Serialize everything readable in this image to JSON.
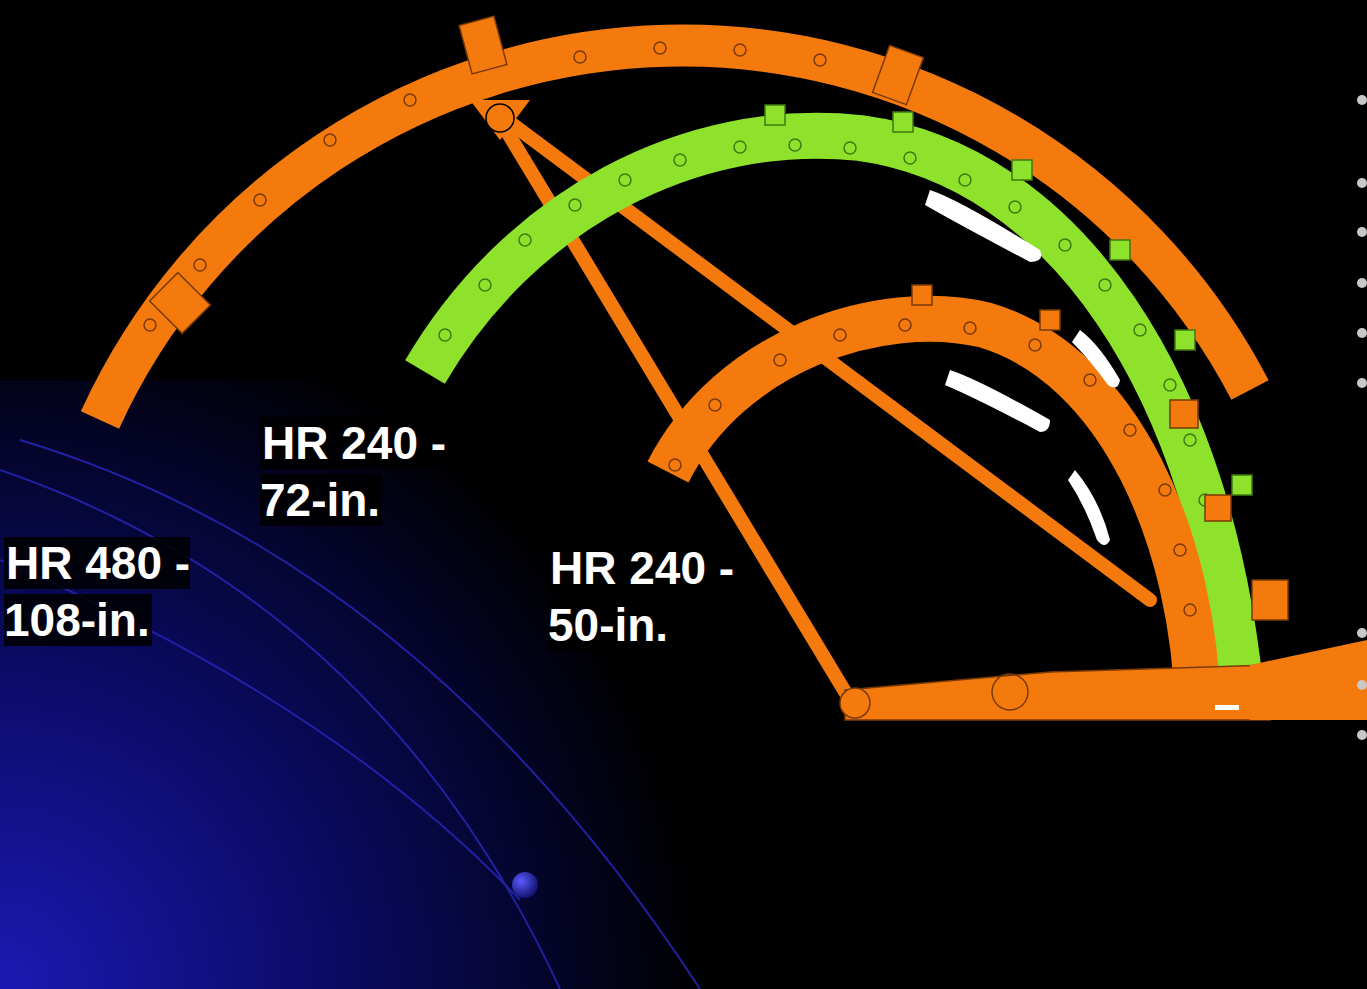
{
  "diagram": {
    "labels": [
      "HR 480 - 108-in.",
      "HR 240 - 72-in.",
      "HR 240 - 50-in."
    ]
  }
}
